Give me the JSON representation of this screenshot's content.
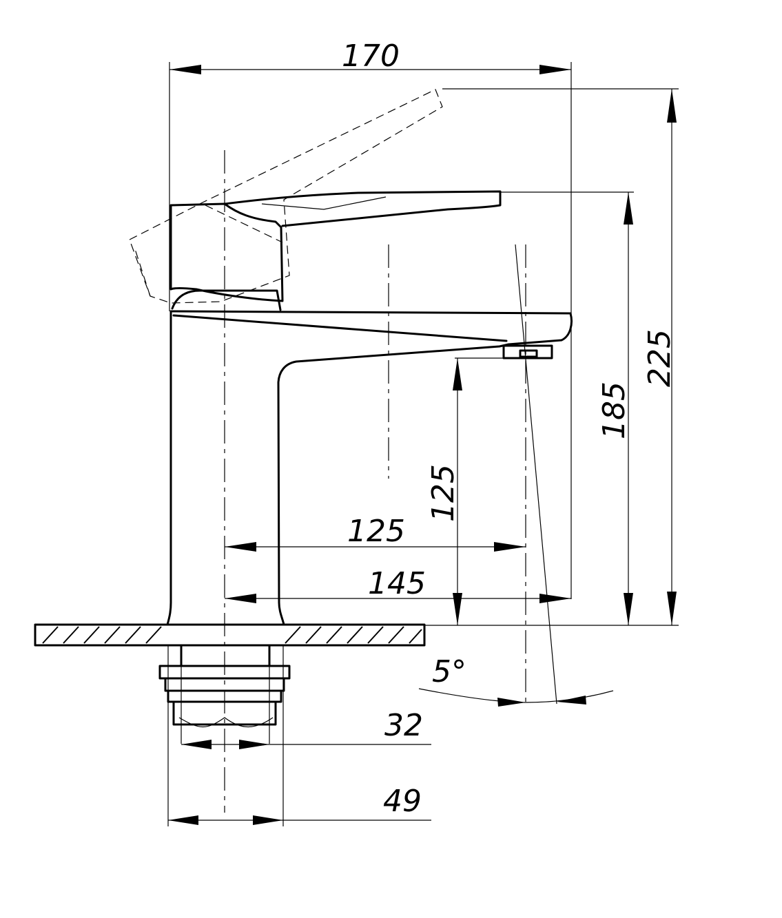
{
  "dimensions": {
    "overall_width": "170",
    "overall_height": "225",
    "handle_height": "185",
    "spout_height": "125",
    "spout_reach": "125",
    "spout_reach_outer": "145",
    "connection_diameter": "32",
    "base_diameter": "49",
    "spout_angle": "5°"
  }
}
